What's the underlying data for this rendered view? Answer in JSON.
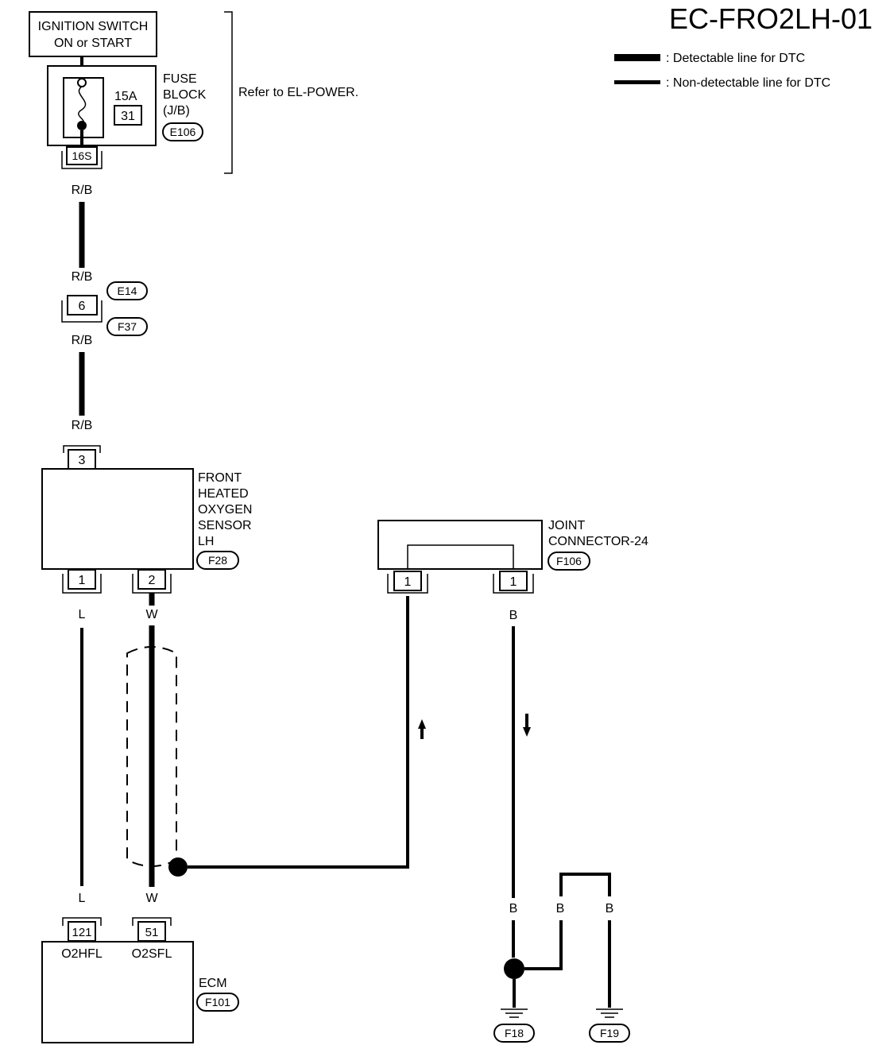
{
  "diagram_id": "EC-FRO2LH-01",
  "legend": {
    "detectable": ": Detectable line for DTC",
    "non_detectable": ": Non-detectable line for DTC"
  },
  "ignition": {
    "line1": "IGNITION SWITCH",
    "line2": "ON or START"
  },
  "fuse_block": {
    "amp": "15A",
    "fuse_no": "31",
    "label1": "FUSE",
    "label2": "BLOCK",
    "label3": "(J/B)",
    "connector": "E106",
    "terminal": "16S"
  },
  "refer": "Refer to EL-POWER.",
  "wires": {
    "rb": "R/B",
    "l": "L",
    "w": "W",
    "b": "B"
  },
  "joint_e14_f37": {
    "pin": "6",
    "conn_top": "E14",
    "conn_bottom": "F37"
  },
  "sensor": {
    "line1": "FRONT",
    "line2": "HEATED",
    "line3": "OXYGEN",
    "line4": "SENSOR",
    "line5": "LH",
    "connector": "F28",
    "pin_top": "3",
    "pin_left": "1",
    "pin_right": "2"
  },
  "joint_connector": {
    "line1": "JOINT",
    "line2": "CONNECTOR-24",
    "connector": "F106",
    "pin_left": "1",
    "pin_right": "1"
  },
  "ecm": {
    "label": "ECM",
    "connector": "F101",
    "pin_left": "121",
    "pin_right": "51",
    "term_left": "O2HFL",
    "term_right": "O2SFL"
  },
  "grounds": {
    "left": "F18",
    "right": "F19"
  }
}
